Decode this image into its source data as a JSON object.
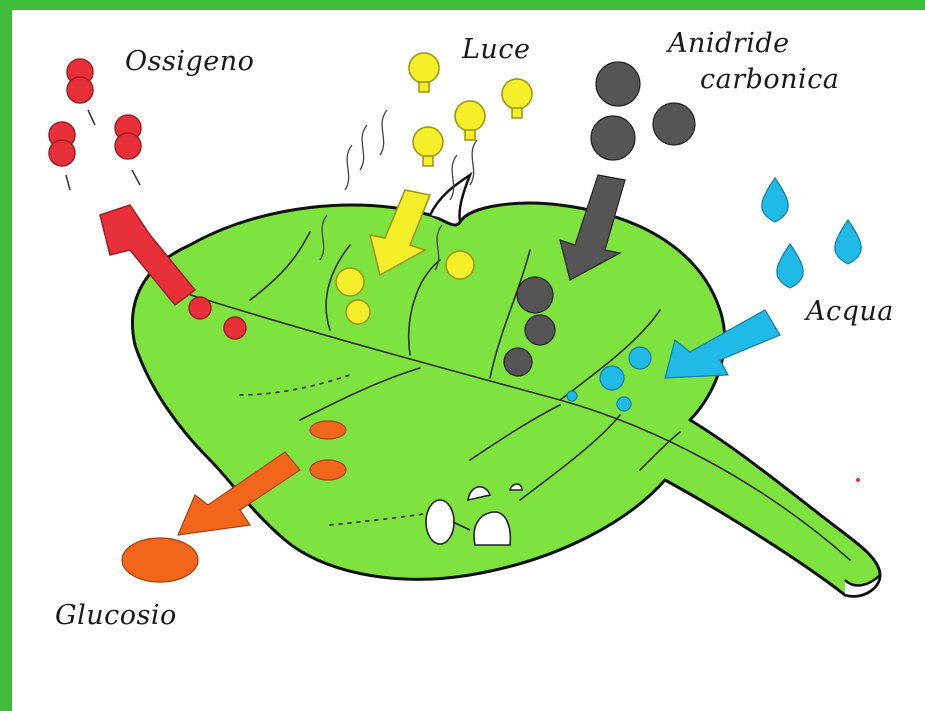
{
  "labels": {
    "oxygen": "Ossigeno",
    "light": "Luce",
    "co2_line1": "Anidride",
    "co2_line2": "carbonica",
    "water": "Acqua",
    "glucose": "Glucosio"
  },
  "colors": {
    "frame": "#3fba3a",
    "leaf": "#7ee33f",
    "oxygen": "#e8303a",
    "light": "#f4ef2a",
    "co2": "#555555",
    "water": "#21b9e6",
    "glucose": "#f2661c"
  }
}
